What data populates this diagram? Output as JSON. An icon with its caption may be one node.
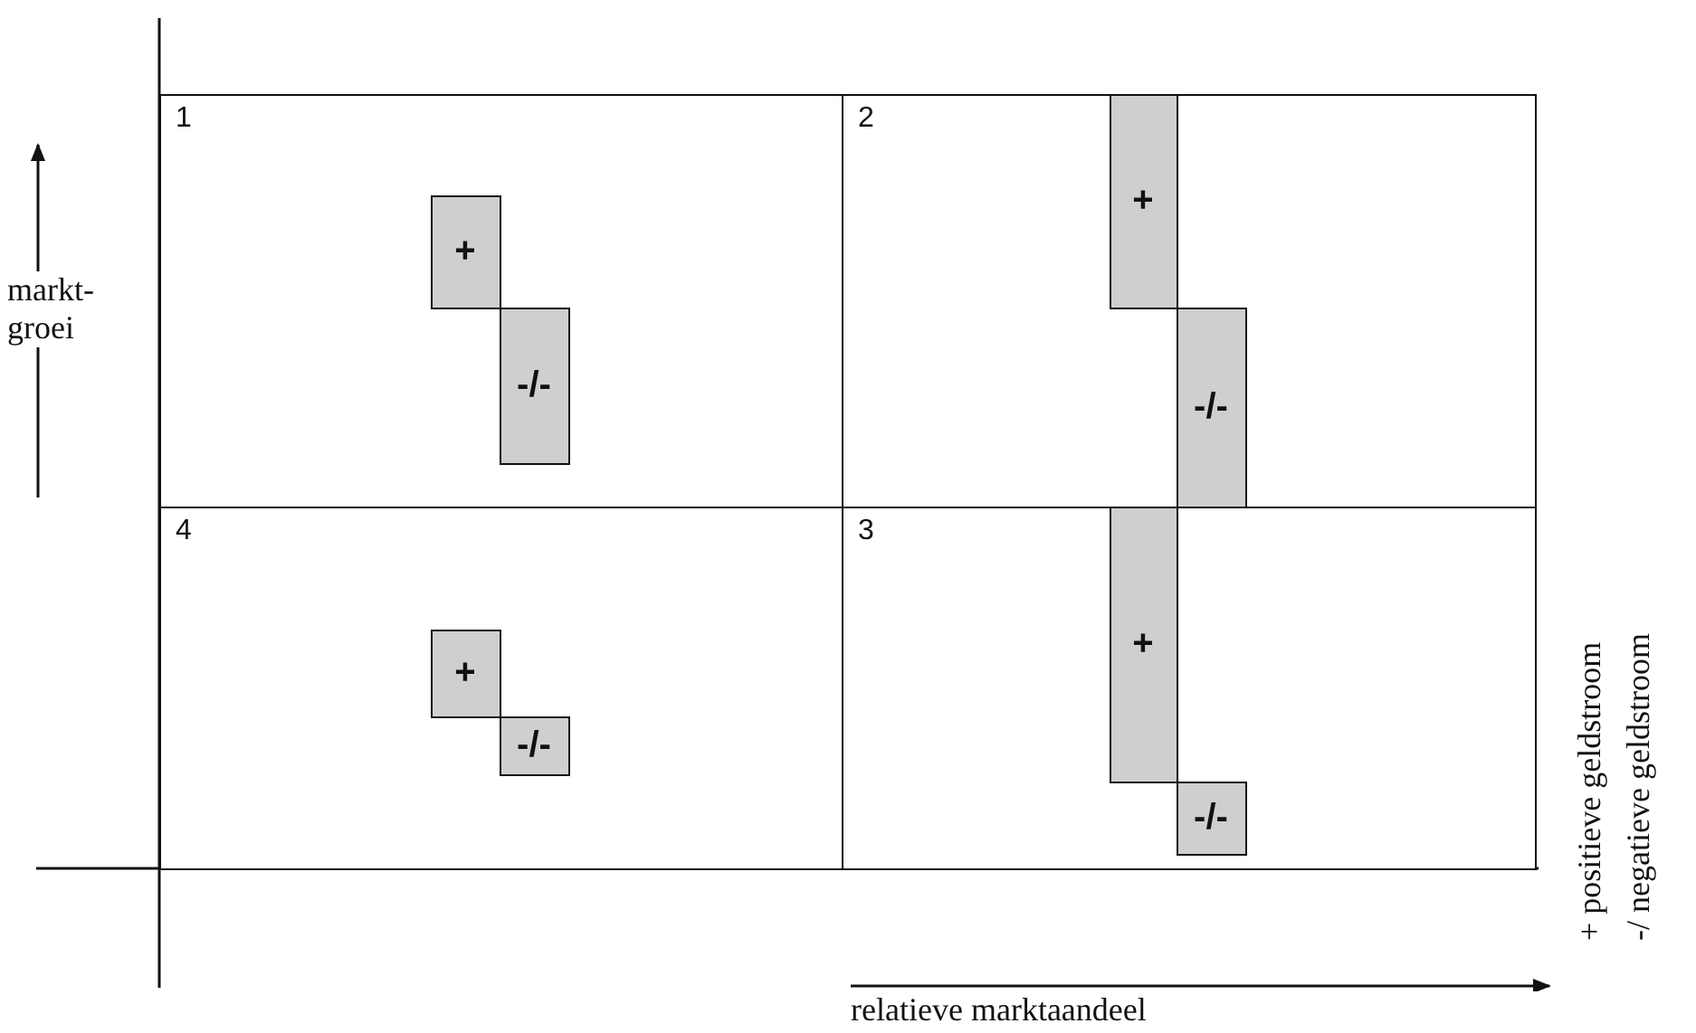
{
  "diagram": {
    "nodes": [
      {
        "text": [
          "1"
        ]
      },
      {
        "text": [
          "+"
        ],
        "in": 0
      },
      {
        "text": [
          "-/-"
        ],
        "in": 0
      },
      {
        "text": [
          "2"
        ]
      },
      {
        "text": [
          "+"
        ],
        "in": 3
      },
      {
        "text": [
          "-/-"
        ],
        "in": 3
      },
      {
        "text": [
          "4"
        ]
      },
      {
        "text": [
          "+"
        ],
        "in": 6
      },
      {
        "text": [
          "-/-"
        ],
        "in": 6
      },
      {
        "text": [
          "3"
        ]
      },
      {
        "text": [
          "+"
        ],
        "in": 9
      },
      {
        "text": [
          "-/-"
        ],
        "in": 9
      }
    ],
    "edges": [],
    "labels": [
      "markt-groei",
      "relatieve marktaandeel",
      "+ positieve geldstroom",
      "-/ negatieve geldstroom"
    ]
  }
}
